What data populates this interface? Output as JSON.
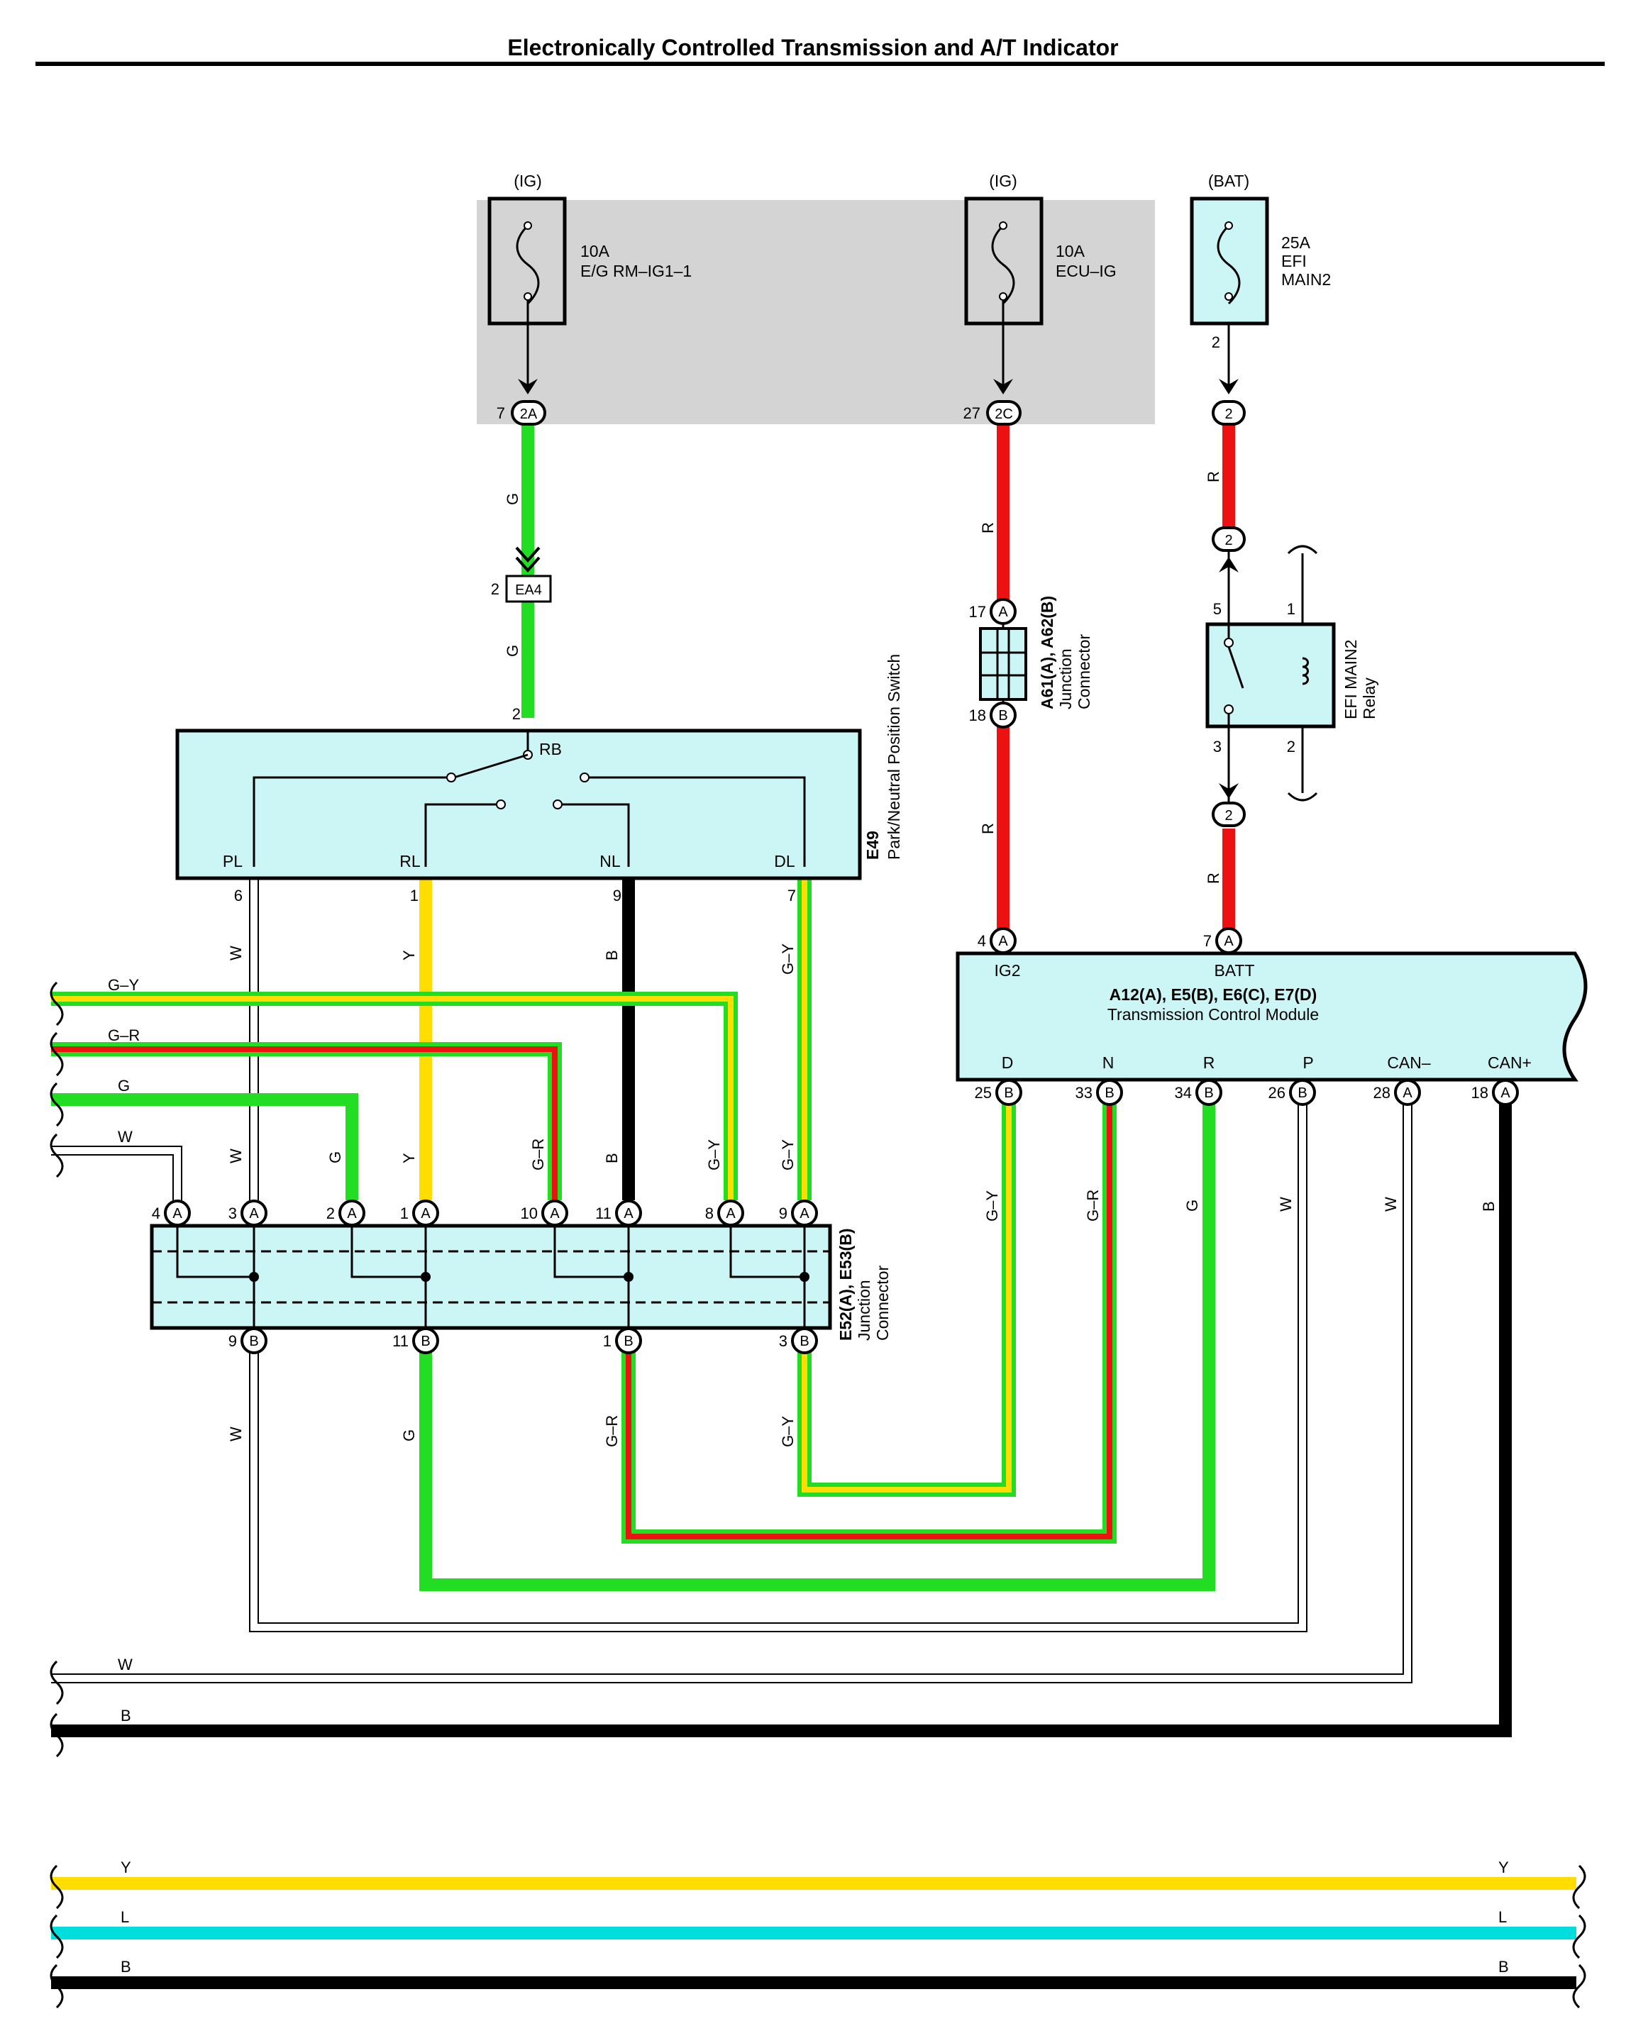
{
  "title": "Electronically Controlled Transmission and A/T Indicator",
  "colors": {
    "G": "#22dd22",
    "R": "#ee1111",
    "Y": "#ffdd00",
    "B": "#000000",
    "W": "#bbbbbb",
    "L": "#00dddd",
    "component_fill": "#ccf6f6",
    "fuse_box_fill": "#d4d4d4"
  },
  "fuses": {
    "f1": {
      "source": "(IG)",
      "rating": "10A",
      "name": "E/G RM–IG1–1",
      "pin": "7",
      "conn": "2A"
    },
    "f2": {
      "source": "(IG)",
      "rating": "10A",
      "name": "ECU–IG",
      "pin": "27",
      "conn": "2C"
    },
    "f3": {
      "source": "(BAT)",
      "rating": "25A",
      "name1": "EFI",
      "name2": "MAIN2",
      "pin": "2"
    }
  },
  "relay": {
    "name1": "EFI MAIN2",
    "name2": "Relay",
    "pin5": "5",
    "pin1": "1",
    "pin3": "3",
    "pin2": "2",
    "conn": "2"
  },
  "ea4": {
    "label": "EA4",
    "pin": "2"
  },
  "e49": {
    "code": "E49",
    "name": "Park/Neutral Position Switch",
    "rb": "RB",
    "rb_pin": "2",
    "terminals": [
      {
        "label": "PL",
        "pin": "6"
      },
      {
        "label": "RL",
        "pin": "1"
      },
      {
        "label": "NL",
        "pin": "9"
      },
      {
        "label": "DL",
        "pin": "7"
      }
    ]
  },
  "a61": {
    "code": "A61(A), A62(B)",
    "line1": "Junction",
    "line2": "Connector",
    "pin_a": "17",
    "pin_b": "18"
  },
  "tcm": {
    "codes": "A12(A), E5(B), E6(C), E7(D)",
    "name": "Transmission Control Module",
    "top": [
      {
        "label": "IG2",
        "pin": "4",
        "conn": "A"
      },
      {
        "label": "BATT",
        "pin": "7",
        "conn": "A"
      }
    ],
    "bottom": [
      {
        "label": "D",
        "pin": "25",
        "conn": "B"
      },
      {
        "label": "N",
        "pin": "33",
        "conn": "B"
      },
      {
        "label": "R",
        "pin": "34",
        "conn": "B"
      },
      {
        "label": "P",
        "pin": "26",
        "conn": "B"
      },
      {
        "label": "CAN–",
        "pin": "28",
        "conn": "A"
      },
      {
        "label": "CAN+",
        "pin": "18",
        "conn": "A"
      }
    ]
  },
  "e52": {
    "code": "E52(A), E53(B)",
    "line1": "Junction",
    "line2": "Connector",
    "top_pins": [
      "4",
      "3",
      "2",
      "1",
      "10",
      "11",
      "8",
      "9"
    ],
    "bottom_pins": [
      "9",
      "11",
      "1",
      "3"
    ]
  },
  "wire_labels": {
    "g": "G",
    "r": "R",
    "y": "Y",
    "b": "B",
    "w": "W",
    "l": "L",
    "gy": "G–Y",
    "gr": "G–R"
  },
  "conn_letters": {
    "a": "A",
    "b": "B"
  }
}
